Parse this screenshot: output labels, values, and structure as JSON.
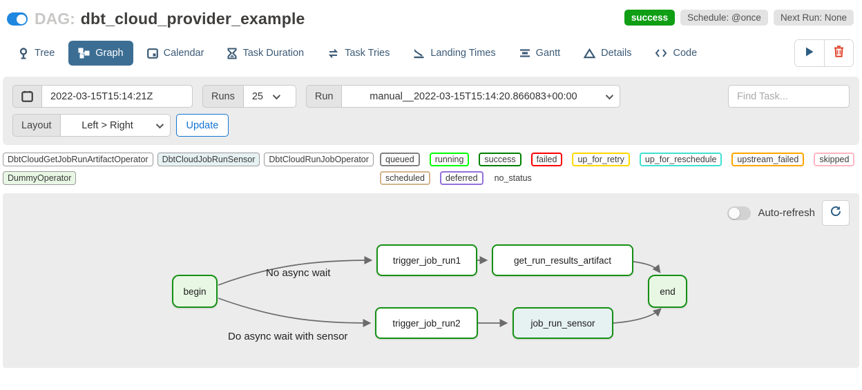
{
  "colors": {
    "toggle_on": "#1e87e0",
    "success_badge_bg": "#0f9e14",
    "tab_active_bg": "#3c6e93",
    "accent_blue": "#1375d2",
    "node_border_success": "#159015",
    "trash_red": "#e0452c"
  },
  "header": {
    "dag_prefix": "DAG:",
    "dag_title": "dbt_cloud_provider_example",
    "status_badge": "success",
    "schedule_badge": "Schedule: @once",
    "next_run_badge": "Next Run: None"
  },
  "tabs": {
    "active": "Graph",
    "items": [
      {
        "label": "Tree"
      },
      {
        "label": "Graph"
      },
      {
        "label": "Calendar"
      },
      {
        "label": "Task Duration"
      },
      {
        "label": "Task Tries"
      },
      {
        "label": "Landing Times"
      },
      {
        "label": "Gantt"
      },
      {
        "label": "Details"
      },
      {
        "label": "Code"
      }
    ]
  },
  "filters": {
    "base_date_value": "2022-03-15T15:14:21Z",
    "runs_label": "Runs",
    "runs_value": "25",
    "run_label": "Run",
    "run_value": "manual__2022-03-15T15:14:20.866083+00:00",
    "find_task_placeholder": "Find Task...",
    "layout_label": "Layout",
    "layout_value": "Left > Right",
    "update_label": "Update"
  },
  "legend": {
    "operators": [
      {
        "label": "DbtCloudGetJobRunArtifactOperator",
        "fill": "#ffffff"
      },
      {
        "label": "DbtCloudJobRunSensor",
        "fill": "#e6f1f2"
      },
      {
        "label": "DbtCloudRunJobOperator",
        "fill": "#ffffff"
      },
      {
        "label": "DummyOperator",
        "fill": "#e8f7e4"
      }
    ],
    "statuses": [
      {
        "label": "queued",
        "color": "#808080"
      },
      {
        "label": "running",
        "color": "#00ff00"
      },
      {
        "label": "success",
        "color": "#008000"
      },
      {
        "label": "failed",
        "color": "#ff0000"
      },
      {
        "label": "up_for_retry",
        "color": "#ffd700"
      },
      {
        "label": "up_for_reschedule",
        "color": "#40e0d0"
      },
      {
        "label": "upstream_failed",
        "color": "#ffa500"
      },
      {
        "label": "skipped",
        "color": "#ffb6c1"
      },
      {
        "label": "scheduled",
        "color": "#d2b48c"
      },
      {
        "label": "deferred",
        "color": "#9370db"
      },
      {
        "label": "no_status",
        "color": "transparent"
      }
    ]
  },
  "graph": {
    "auto_refresh_label": "Auto-refresh",
    "nodes": [
      {
        "id": "begin",
        "label": "begin",
        "fill": "#e8f7e4",
        "border": "#159015"
      },
      {
        "id": "trigger_job_run1",
        "label": "trigger_job_run1",
        "fill": "#ffffff",
        "border": "#159015"
      },
      {
        "id": "get_run_results_artifact",
        "label": "get_run_results_artifact",
        "fill": "#ffffff",
        "border": "#159015"
      },
      {
        "id": "trigger_job_run2",
        "label": "trigger_job_run2",
        "fill": "#ffffff",
        "border": "#159015"
      },
      {
        "id": "job_run_sensor",
        "label": "job_run_sensor",
        "fill": "#e6f1f2",
        "border": "#159015"
      },
      {
        "id": "end",
        "label": "end",
        "fill": "#e8f7e4",
        "border": "#159015"
      }
    ],
    "edges": [
      {
        "from": "begin",
        "to": "trigger_job_run1",
        "label": "No async wait"
      },
      {
        "from": "begin",
        "to": "trigger_job_run2",
        "label": "Do async wait with sensor"
      },
      {
        "from": "trigger_job_run1",
        "to": "get_run_results_artifact",
        "label": ""
      },
      {
        "from": "trigger_job_run2",
        "to": "job_run_sensor",
        "label": ""
      },
      {
        "from": "get_run_results_artifact",
        "to": "end",
        "label": ""
      },
      {
        "from": "job_run_sensor",
        "to": "end",
        "label": ""
      }
    ],
    "edge_labels": [
      {
        "text": "No async wait"
      },
      {
        "text": "Do async wait with sensor"
      }
    ]
  }
}
